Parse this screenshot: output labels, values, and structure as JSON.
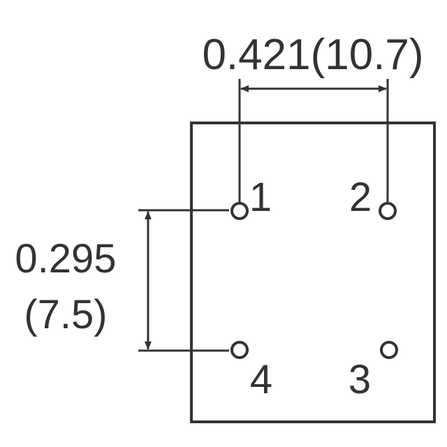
{
  "colors": {
    "stroke": "#333333",
    "background": "#ffffff"
  },
  "dimensions": {
    "horizontal": {
      "text": "0.421(10.7)"
    },
    "vertical": {
      "line1": "0.295",
      "line2": "(7.5)"
    }
  },
  "pins": [
    {
      "number": "1"
    },
    {
      "number": "2"
    },
    {
      "number": "3"
    },
    {
      "number": "4"
    }
  ]
}
